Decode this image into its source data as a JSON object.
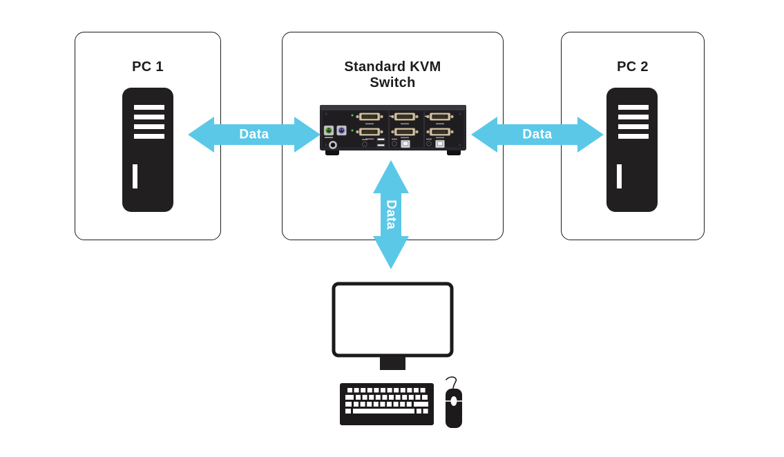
{
  "diagram": {
    "nodes": {
      "pc1": {
        "title": "PC 1"
      },
      "kvm": {
        "title": "Standard KVM Switch",
        "title_line1": "Standard KVM",
        "title_line2": "Switch"
      },
      "pc2": {
        "title": "PC 2"
      }
    },
    "edges": [
      {
        "from": "pc1",
        "to": "kvm",
        "label": "Data",
        "bidirectional": true
      },
      {
        "from": "kvm",
        "to": "pc2",
        "label": "Data",
        "bidirectional": true
      },
      {
        "from": "kvm",
        "to": "console",
        "label": "Data",
        "bidirectional": true
      }
    ],
    "console_devices": [
      "monitor",
      "keyboard",
      "mouse"
    ]
  },
  "colors": {
    "arrow_blue": "#5bc8e8",
    "ink": "#1d1b1c",
    "background": "#ffffff",
    "kvm_body": "#262428",
    "dvi_tan": "#cfc0a2",
    "ps2_green": "#72b84a",
    "ps2_purple": "#8077c9",
    "led_green": "#3ed34b"
  }
}
